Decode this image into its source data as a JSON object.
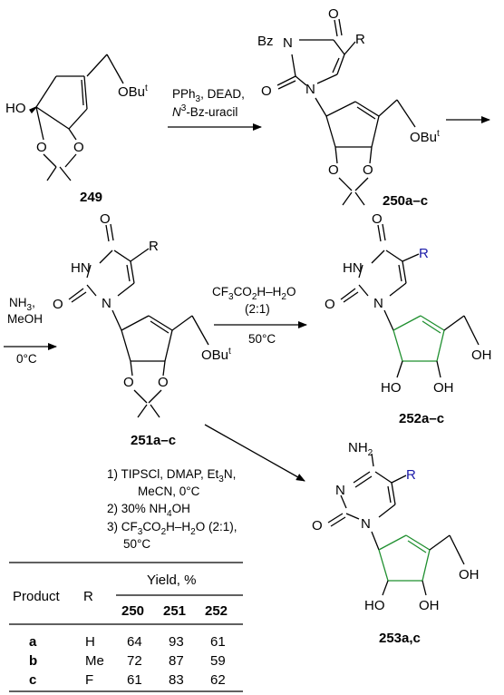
{
  "compounds": {
    "c249": {
      "label": "249",
      "ho": "HO",
      "o1": "O",
      "o2": "O",
      "obut": "OBu",
      "t": "t"
    },
    "c250": {
      "label": "250a–c",
      "bz": "Bz",
      "n3": "N",
      "n1": "N",
      "o4": "O",
      "o2": "O",
      "r": "R",
      "o_a": "O",
      "o_b": "O",
      "obut": "OBu",
      "t": "t"
    },
    "c251": {
      "label": "251a–c",
      "hn": "HN",
      "n1": "N",
      "o4": "O",
      "o2": "O",
      "r": "R",
      "o_a": "O",
      "o_b": "O",
      "obut": "OBu",
      "t": "t"
    },
    "c252": {
      "label": "252a–c",
      "hn": "HN",
      "n1": "N",
      "o4": "O",
      "o2": "O",
      "r": "R",
      "oh1": "OH",
      "ho": "HO",
      "oh2": "OH"
    },
    "c253": {
      "label": "253a,c",
      "nh2": "NH",
      "nh2_sub": "2",
      "n3": "N",
      "n1": "N",
      "o2": "O",
      "r": "R",
      "oh1": "OH",
      "ho": "HO",
      "oh2": "OH"
    }
  },
  "arrows": {
    "a1": {
      "line1": "PPh",
      "line1_sub": "3",
      "line1_tail": ", DEAD,",
      "line2_pre": "N",
      "line2_sup": "3",
      "line2_tail": "-Bz-uracil"
    },
    "a3": {
      "line1": "NH",
      "line1_sub": "3",
      "line1_tail": ",",
      "line2": "MeOH",
      "line3": "0°C"
    },
    "a4": {
      "line1_a": "CF",
      "line1_sub1": "3",
      "line1_b": "CO",
      "line1_sub2": "2",
      "line1_c": "H–H",
      "line1_sub3": "2",
      "line1_d": "O",
      "line2": "(2:1)",
      "line3": "50°C"
    },
    "a5": {
      "step1_a": "1) TIPSCl, DMAP, Et",
      "step1_sub": "3",
      "step1_b": "N,",
      "step1_c": "MeCN, 0°C",
      "step2_a": "2) 30% NH",
      "step2_sub": "4",
      "step2_b": "OH",
      "step3_a": "3) CF",
      "step3_sub1": "3",
      "step3_b": "CO",
      "step3_sub2": "2",
      "step3_c": "H–H",
      "step3_sub3": "2",
      "step3_d": "O (2:1),",
      "step3_e": "50°C"
    }
  },
  "table": {
    "header_product": "Product",
    "header_r": "R",
    "header_yield": "Yield, %",
    "sub_headers": [
      "250",
      "251",
      "252"
    ],
    "rows": [
      {
        "product": "a",
        "r": "H",
        "y250": "64",
        "y251": "93",
        "y252": "61"
      },
      {
        "product": "b",
        "r": "Me",
        "y250": "72",
        "y251": "87",
        "y252": "59"
      },
      {
        "product": "c",
        "r": "F",
        "y250": "61",
        "y251": "83",
        "y252": "62"
      }
    ]
  },
  "colors": {
    "highlight_ring": "#1f8f2f",
    "highlight_r": "#1a1aa8"
  }
}
